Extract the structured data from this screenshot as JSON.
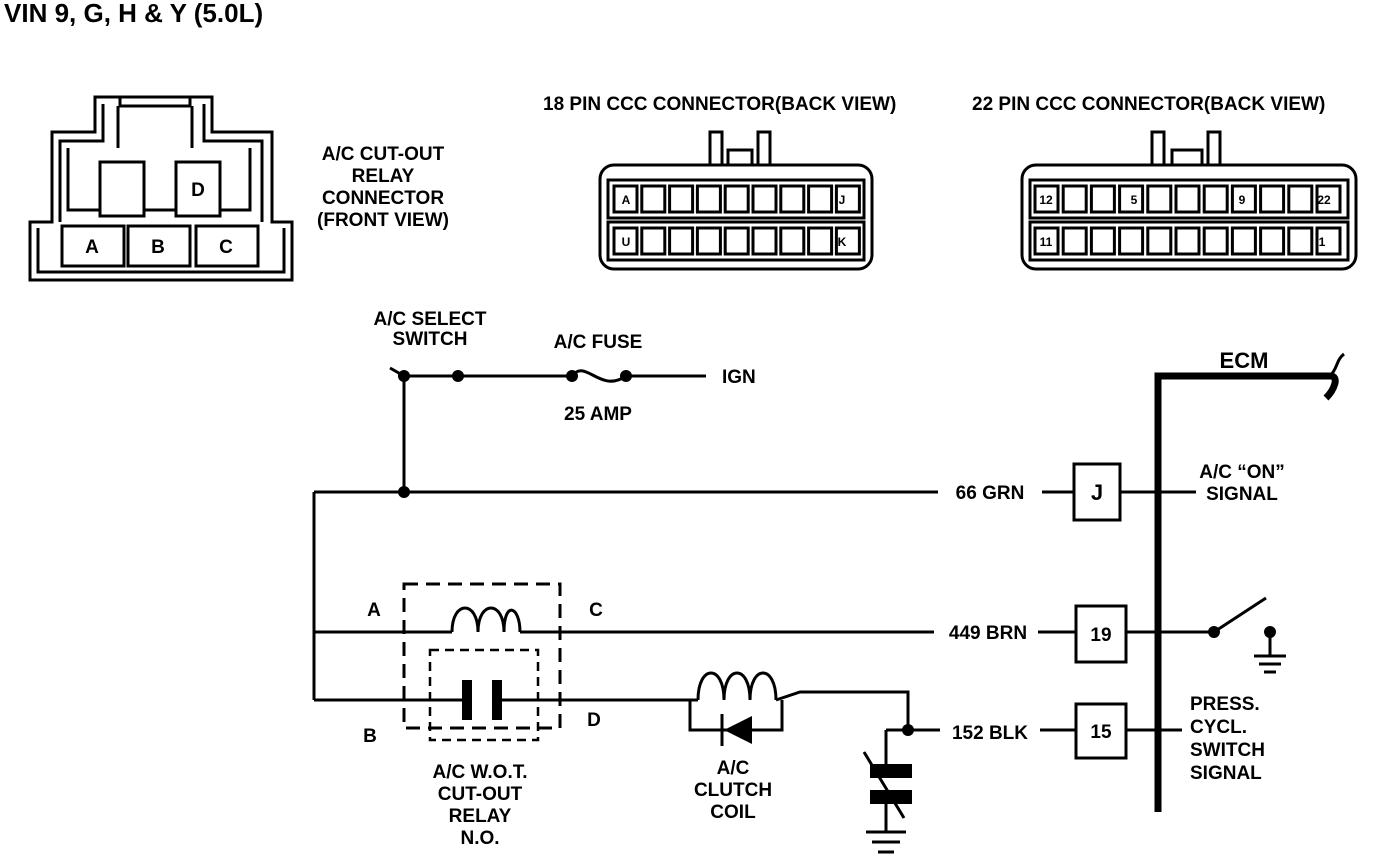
{
  "title": "VIN 9, G, H & Y (5.0L)",
  "relay_connector": {
    "label_lines": [
      "A/C CUT-OUT",
      "RELAY",
      "CONNECTOR",
      "(FRONT VIEW)"
    ],
    "pins": [
      "A",
      "B",
      "C",
      "D"
    ]
  },
  "connector_18": {
    "title": "18 PIN CCC CONNECTOR(BACK VIEW)",
    "top_left": "A",
    "top_right": "J",
    "bottom_left": "U",
    "bottom_right": "K"
  },
  "connector_22": {
    "title": "22 PIN CCC CONNECTOR(BACK VIEW)",
    "top_pins": [
      "12",
      "5",
      "9",
      "22"
    ],
    "bottom_pins": [
      "11",
      "1"
    ]
  },
  "schematic": {
    "select_switch": [
      "A/C SELECT",
      "SWITCH"
    ],
    "fuse": "A/C FUSE",
    "fuse_rating": "25 AMP",
    "ign": "IGN",
    "ecm": "ECM",
    "wire_66": "66 GRN",
    "wire_449": "449 BRN",
    "wire_152": "152 BLK",
    "pin_j": "J",
    "pin_19": "19",
    "pin_15": "15",
    "ac_on_signal": [
      "A/C “ON”",
      "SIGNAL"
    ],
    "press_signal": [
      "PRESS.",
      "CYCL.",
      "SWITCH",
      "SIGNAL"
    ],
    "relay_a": "A",
    "relay_b": "B",
    "relay_c": "C",
    "relay_d": "D",
    "relay_label": [
      "A/C W.O.T.",
      "CUT-OUT",
      "RELAY",
      "N.O."
    ],
    "clutch_label": [
      "A/C",
      "CLUTCH",
      "COIL"
    ]
  }
}
